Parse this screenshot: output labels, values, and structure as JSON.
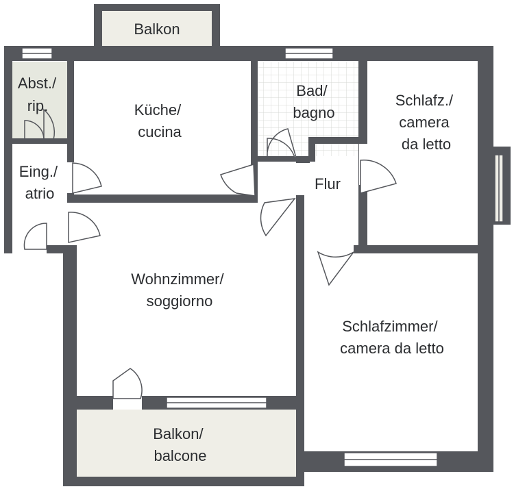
{
  "rooms": {
    "balkon_top": "Balkon",
    "abst": [
      "Abst./",
      "rip."
    ],
    "kueche": [
      "Küche/",
      "cucina"
    ],
    "bad": [
      "Bad/",
      "bagno"
    ],
    "schlafz_small": [
      "Schlafz./",
      "camera",
      "da letto"
    ],
    "eing": [
      "Eing./",
      "atrio"
    ],
    "flur": "Flur",
    "wohn": [
      "Wohnzimmer/",
      "soggiorno"
    ],
    "schlaf_big": [
      "Schlafzimmer/",
      "camera da letto"
    ],
    "balkon_bottom": [
      "Balkon/",
      "balcone"
    ]
  },
  "colors": {
    "wall": "#55575c",
    "floor": "#ffffff",
    "balcony": "#efeee7",
    "storage": "#e6e8df",
    "tile_line": "#d7d8d5",
    "text": "#2b2d30",
    "door_line": "#55575c"
  }
}
